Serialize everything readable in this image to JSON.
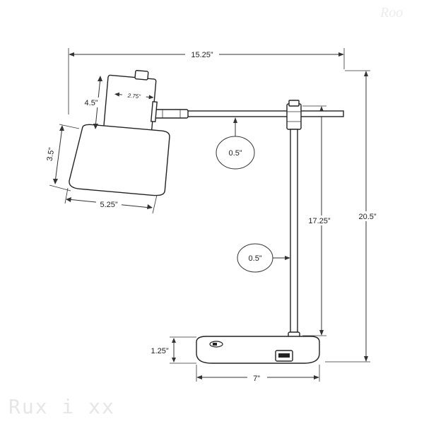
{
  "diagram": {
    "dimensions": {
      "total_width": "15.25”",
      "total_height": "20.5”",
      "pole_height": "17.25”",
      "shade_height": "3.5”",
      "shade_width": "5.25”",
      "upper_height": "4.5”",
      "upper_width": "2.75”",
      "arm_diameter": "0.5”",
      "pole_diameter": "0.5”",
      "base_height": "1.25”",
      "base_width": "7”"
    },
    "watermark": {
      "bottom_left": "Rux i xx",
      "top_right": "Roo"
    }
  }
}
